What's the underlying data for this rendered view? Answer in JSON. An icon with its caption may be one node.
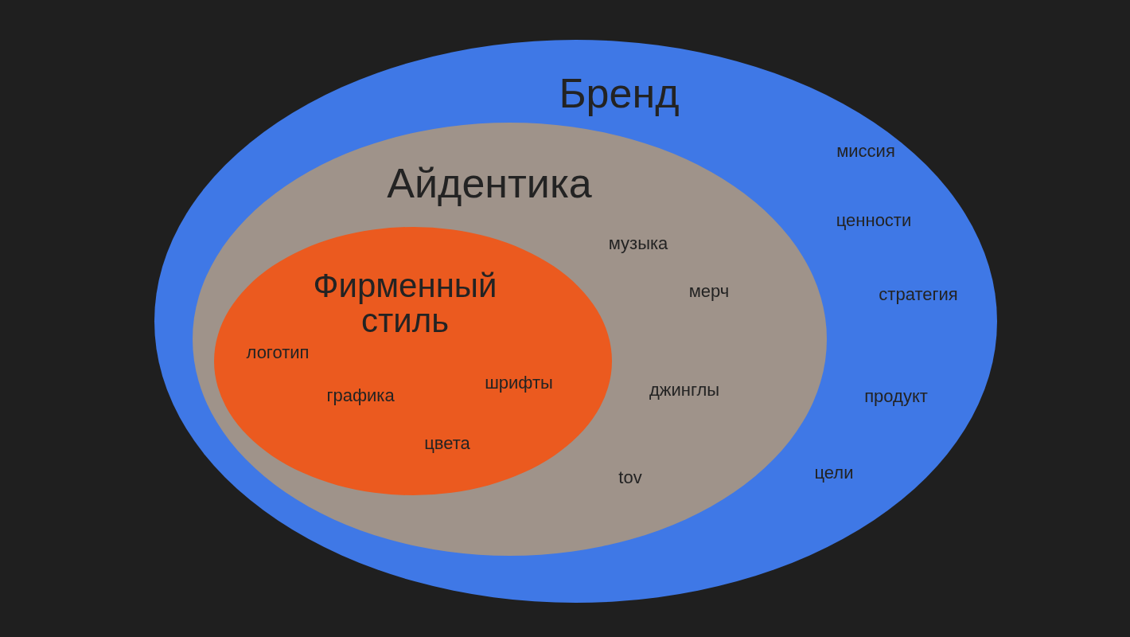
{
  "diagram": {
    "nodes": [
      {
        "text": [
          "Бренд",
          "миссия",
          "ценности",
          "стратегия",
          "продукт",
          "цели"
        ]
      },
      {
        "text": [
          "Айдентика",
          "музыка",
          "мерч",
          "джинглы",
          "tov"
        ],
        "in": 0
      },
      {
        "text": [
          "Фирменный стиль",
          "логотип",
          "графика",
          "шрифты",
          "цвета"
        ],
        "in": 1
      }
    ]
  }
}
